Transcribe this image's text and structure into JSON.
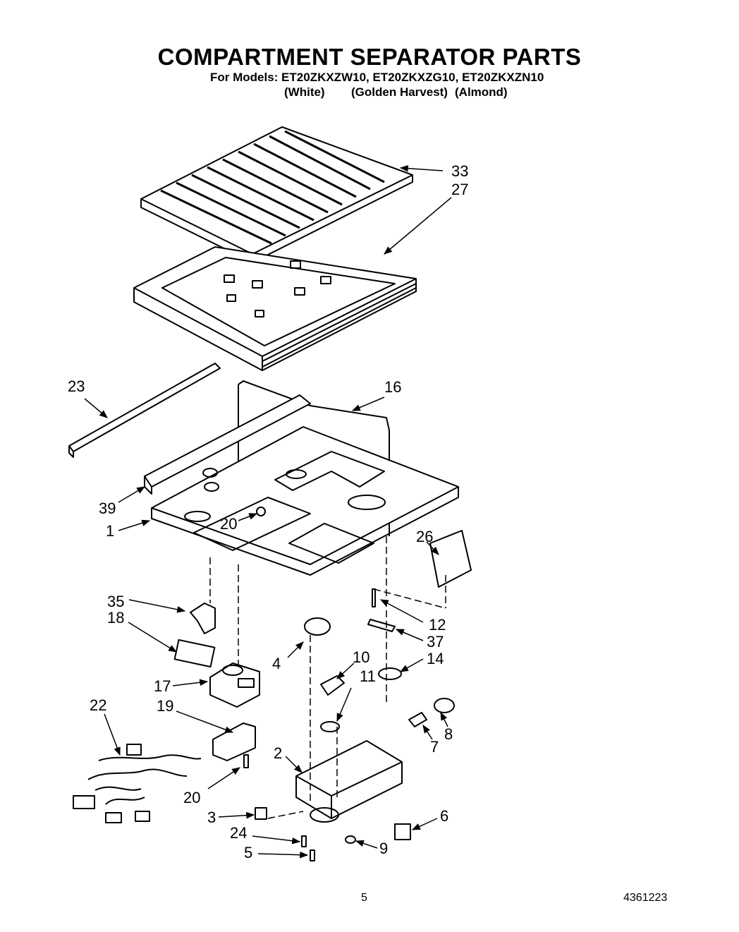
{
  "header": {
    "title": "COMPARTMENT SEPARATOR PARTS",
    "models_line": "For Models: ET20ZKXZW10, ET20ZKXZG10, ET20ZKXZN10",
    "colors": [
      "(White)",
      "(Golden Harvest)",
      "(Almond)"
    ]
  },
  "callouts": {
    "p33": "33",
    "p27": "27",
    "p23": "23",
    "p16": "16",
    "p39": "39",
    "p20a": "20",
    "p1": "1",
    "p26": "26",
    "p35": "35",
    "p18": "18",
    "p12": "12",
    "p37": "37",
    "p4": "4",
    "p10": "10",
    "p14": "14",
    "p11": "11",
    "p17": "17",
    "p22": "22",
    "p19": "19",
    "p8": "8",
    "p7": "7",
    "p2": "2",
    "p20b": "20",
    "p3": "3",
    "p6": "6",
    "p24": "24",
    "p9": "9",
    "p5": "5"
  },
  "footer": {
    "page": "5",
    "doc_number": "4361223"
  }
}
